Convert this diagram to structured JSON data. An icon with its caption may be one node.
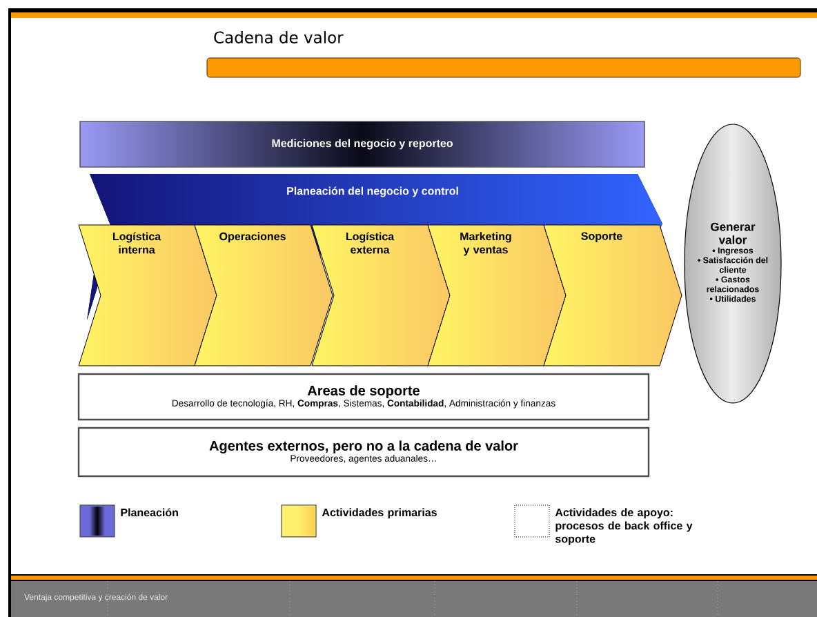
{
  "diagram": {
    "title": "Cadena de valor",
    "nodes": [
      {
        "text": [
          "Mediciones del negocio y reporteo"
        ]
      },
      {
        "text": [
          "Planeación del negocio y control"
        ]
      },
      {
        "text": [
          "Logística interna"
        ]
      },
      {
        "text": [
          "Operaciones"
        ]
      },
      {
        "text": [
          "Logística externa"
        ]
      },
      {
        "text": [
          "Marketing y ventas"
        ]
      },
      {
        "text": [
          "Soporte"
        ]
      },
      {
        "text": [
          "Generar valor",
          "• Ingresos",
          "• Satisfacción del cliente",
          "• Gastos relacionados",
          "• Utilidades"
        ]
      },
      {
        "text": [
          "Areas de soporte",
          "Desarrollo de tecnología, RH, **Compras**, Sistemas, **Contabilidad**, Administración y finanzas"
        ]
      },
      {
        "text": [
          "Agentes externos, pero no a la cadena de valor",
          "Proveedores, agentes aduanales…"
        ]
      }
    ],
    "edges": [],
    "labels": [
      "Ventaja competitiva y creación de valor"
    ],
    "legend": [
      {
        "text": "Planeación",
        "color": "#6a6ad8"
      },
      {
        "text": "Actividades primarias",
        "color": "#fff070"
      },
      {
        "text": "Actividades de apoyo: procesos de back office y soporte"
      }
    ]
  }
}
